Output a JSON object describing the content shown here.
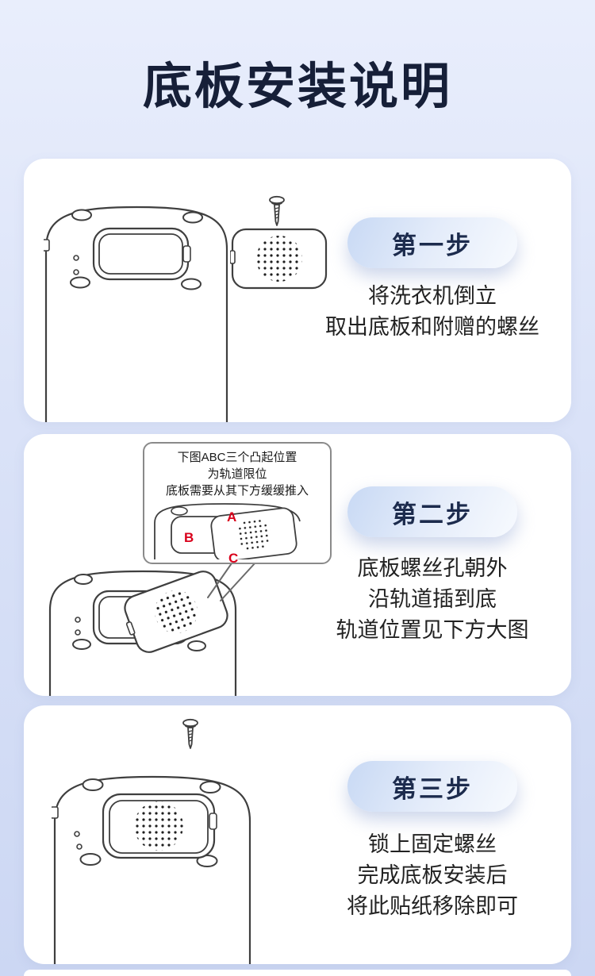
{
  "page": {
    "title": "底板安装说明"
  },
  "steps": [
    {
      "badge": "第一步",
      "instructions": [
        "将洗衣机倒立",
        "取出底板和附赠的螺丝"
      ]
    },
    {
      "badge": "第二步",
      "callout": {
        "lines": [
          "下图ABC三个凸起位置",
          "为轨道限位",
          "底板需要从其下方缓缓推入"
        ],
        "labels": [
          "A",
          "B",
          "C"
        ]
      },
      "instructions": [
        "底板螺丝孔朝外",
        "沿轨道插到底",
        "轨道位置见下方大图"
      ]
    },
    {
      "badge": "第三步",
      "instructions": [
        "锁上固定螺丝",
        "完成底板安装后",
        "将此贴纸移除即可"
      ]
    }
  ],
  "colors": {
    "background_top": "#e9eefc",
    "background_bottom": "#ccd7f3",
    "card": "#ffffff",
    "title_text": "#161f38",
    "badge_text": "#1c2b4d",
    "marker_red": "#d9001b",
    "line_art": "#3f3f3f"
  }
}
